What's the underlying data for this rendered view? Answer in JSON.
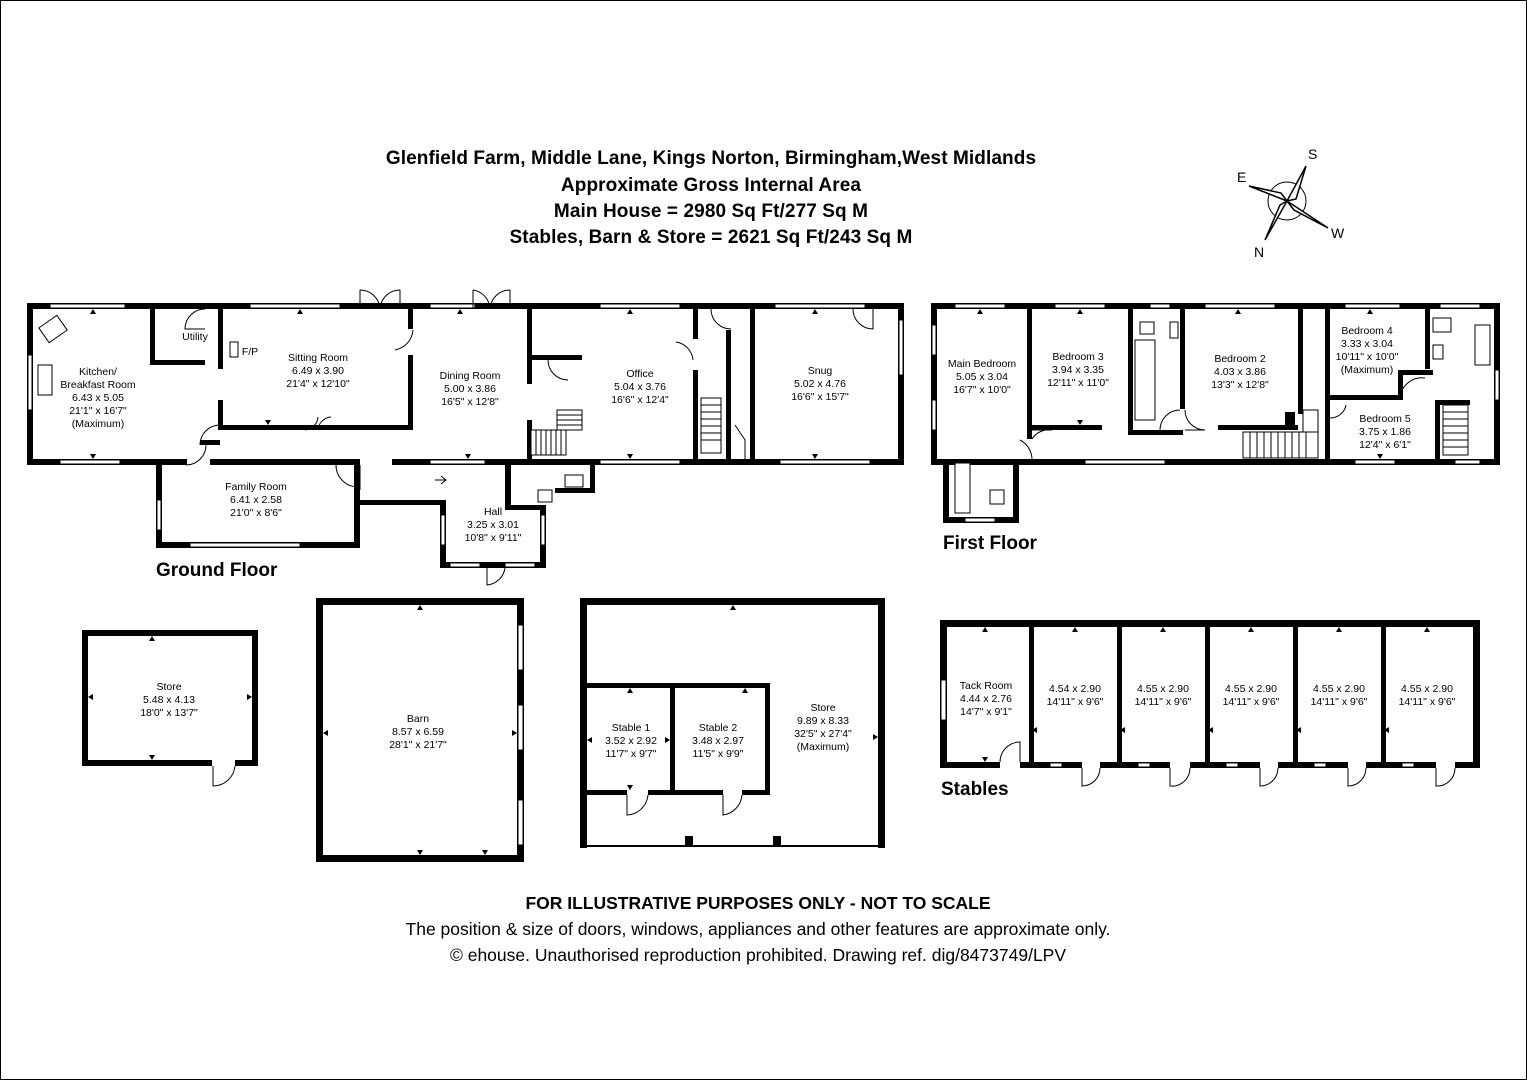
{
  "header": {
    "address": "Glenfield Farm, Middle Lane, Kings Norton, Birmingham,West Midlands",
    "area_title": "Approximate Gross Internal Area",
    "main_house": "Main House = 2980 Sq Ft/277 Sq M",
    "outbuildings": "Stables, Barn & Store  = 2621 Sq Ft/243 Sq M"
  },
  "compass": {
    "e": "E",
    "s": "S",
    "w": "W",
    "n": "N"
  },
  "floors": {
    "ground": "Ground Floor",
    "first": "First Floor",
    "stables": "Stables"
  },
  "rooms": {
    "kitchen": {
      "name": "Kitchen/",
      "name2": "Breakfast Room",
      "metric": "6.43 x 5.05",
      "imperial": "21'1\" x 16'7\"",
      "note": "(Maximum)"
    },
    "utility": {
      "name": "Utility"
    },
    "fp": {
      "name": "F/P"
    },
    "sitting": {
      "name": "Sitting Room",
      "metric": "6.49 x 3.90",
      "imperial": "21'4\" x 12'10\""
    },
    "dining": {
      "name": "Dining Room",
      "metric": "5.00 x 3.86",
      "imperial": "16'5\" x 12'8\""
    },
    "office": {
      "name": "Office",
      "metric": "5.04 x 3.76",
      "imperial": "16'6\" x 12'4\""
    },
    "snug": {
      "name": "Snug",
      "metric": "5.02 x 4.76",
      "imperial": "16'6\" x 15'7\""
    },
    "family": {
      "name": "Family Room",
      "metric": "6.41 x 2.58",
      "imperial": "21'0\" x 8'6\""
    },
    "hall": {
      "name": "Hall",
      "metric": "3.25 x 3.01",
      "imperial": "10'8\" x 9'11\""
    },
    "main_bedroom": {
      "name": "Main Bedroom",
      "metric": "5.05 x 3.04",
      "imperial": "16'7\" x 10'0\""
    },
    "bedroom3": {
      "name": "Bedroom 3",
      "metric": "3.94 x 3.35",
      "imperial": "12'11\" x 11'0\""
    },
    "bedroom2": {
      "name": "Bedroom 2",
      "metric": "4.03 x 3.86",
      "imperial": "13'3\" x 12'8\""
    },
    "bedroom4": {
      "name": "Bedroom 4",
      "metric": "3.33 x 3.04",
      "imperial": "10'11\" x 10'0\"",
      "note": "(Maximum)"
    },
    "bedroom5": {
      "name": "Bedroom 5",
      "metric": "3.75 x 1.86",
      "imperial": "12'4\" x 6'1\""
    },
    "store_small": {
      "name": "Store",
      "metric": "5.48 x 4.13",
      "imperial": "18'0\" x 13'7\""
    },
    "barn": {
      "name": "Barn",
      "metric": "8.57 x 6.59",
      "imperial": "28'1\" x 21'7\""
    },
    "stable1": {
      "name": "Stable 1",
      "metric": "3.52 x 2.92",
      "imperial": "11'7\" x 9'7\""
    },
    "stable2": {
      "name": "Stable 2",
      "metric": "3.48 x 2.97",
      "imperial": "11'5\" x 9'9\""
    },
    "store_large": {
      "name": "Store",
      "metric": "9.89 x 8.33",
      "imperial": "32'5\" x 27'4\"",
      "note": "(Maximum)"
    },
    "tack": {
      "name": "Tack Room",
      "metric": "4.44 x 2.76",
      "imperial": "14'7\" x 9'1\""
    },
    "box1": {
      "metric": "4.54 x 2.90",
      "imperial": "14'11\" x 9'6\""
    },
    "box2": {
      "metric": "4.55 x 2.90",
      "imperial": "14'11\" x 9'6\""
    },
    "box3": {
      "metric": "4.55 x 2.90",
      "imperial": "14'11\" x 9'6\""
    },
    "box4": {
      "metric": "4.55 x 2.90",
      "imperial": "14'11\" x 9'6\""
    },
    "box5": {
      "metric": "4.55 x 2.90",
      "imperial": "14'11\" x 9'6\""
    }
  },
  "footer": {
    "disclaimer": "FOR ILLUSTRATIVE PURPOSES ONLY - NOT TO SCALE",
    "note": "The position & size of doors, windows, appliances and other features are approximate only.",
    "copyright": "© ehouse. Unauthorised reproduction prohibited. Drawing ref. dig/8473749/LPV"
  }
}
